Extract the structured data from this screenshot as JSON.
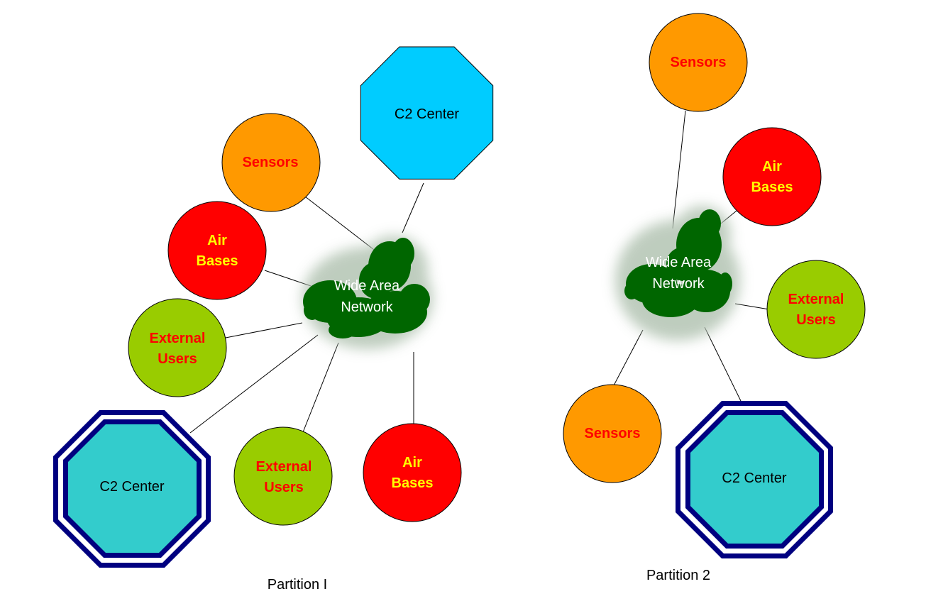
{
  "colors": {
    "sensors": "#ff9900",
    "air_bases": "#ff0000",
    "external_users": "#99cc00",
    "c2_primary": "#00ccff",
    "c2_backup": "#33cccc",
    "c2_border": "#000080",
    "network_cloud": "#006600",
    "label_red": "#ff0000",
    "label_yellow": "#ffff00",
    "label_white": "#ffffff",
    "connector": "#000000"
  },
  "partition1": {
    "caption": "Partition I",
    "network": {
      "line1": "Wide Area",
      "line2": "Network"
    },
    "c2_center": {
      "label": "C2 Center"
    },
    "sensors": {
      "label": "Sensors"
    },
    "air_bases_top": {
      "line1": "Air",
      "line2": "Bases"
    },
    "external_users_left": {
      "line1": "External",
      "line2": "Users"
    },
    "c2_center_backup": {
      "label": "C2 Center"
    },
    "external_users_bottom": {
      "line1": "External",
      "line2": "Users"
    },
    "air_bases_bottom": {
      "line1": "Air",
      "line2": "Bases"
    }
  },
  "partition2": {
    "caption": "Partition 2",
    "network": {
      "line1": "Wide Area",
      "line2": "Network"
    },
    "sensors_top": {
      "label": "Sensors"
    },
    "air_bases": {
      "line1": "Air",
      "line2": "Bases"
    },
    "external_users": {
      "line1": "External",
      "line2": "Users"
    },
    "sensors_bottom": {
      "label": "Sensors"
    },
    "c2_center_backup": {
      "label": "C2 Center"
    }
  }
}
